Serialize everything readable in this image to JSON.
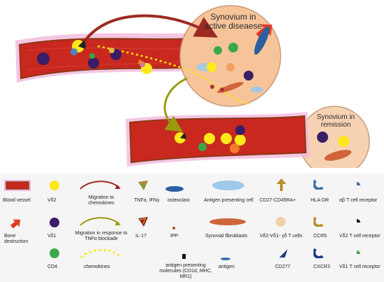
{
  "callouts": {
    "active": "Synovium in active diseaese",
    "remission": "Synovium in remission"
  },
  "legend": {
    "blood_vessel": "Blood vessel",
    "vd2": "Vδ2",
    "migration": "Migration to chemokines",
    "tnf": "TNFα, IFNγ",
    "osteoclast": "osteoclast",
    "apc": "Antigen presenting cell",
    "cd27": "CD27-CD45RA+",
    "hladr": "HLA-DR",
    "abtcr": "αβ T cell receptor",
    "bone": "Bone destruction",
    "vd1": "Vδ1",
    "migration_tnf": "Migration in response to TNFα blockade",
    "il17": "IL-17",
    "ipp": "IPP",
    "fibro": "Synovial fibroblasts",
    "vd2neg": "Vδ2-Vδ1- γδ T cells",
    "ccr5": "CCR5",
    "vd2tcr": "Vδ2 T cell receptor",
    "cd4": "CD4",
    "chemokines": "chemokines",
    "apm": "antigen presenting molecules (CD1d, MHC, MR1)",
    "antigen": "antigen",
    "cd277": "CD277",
    "cxcr3": "CXCR3",
    "vd1tcr": "Vδ1 T cell receptor"
  },
  "colors": {
    "vessel": "#c8281e",
    "vessel_edge": "#8a3a18",
    "vessel_glow": "#f2b8dc",
    "synovium": "#f7c49a",
    "vd2": "#ffe81a",
    "vd1": "#3b1c66",
    "cd4": "#3aa84a",
    "arrow": "#9c2a22",
    "olive_arrow": "#9a9a10",
    "chemokines": "#ffe800"
  }
}
